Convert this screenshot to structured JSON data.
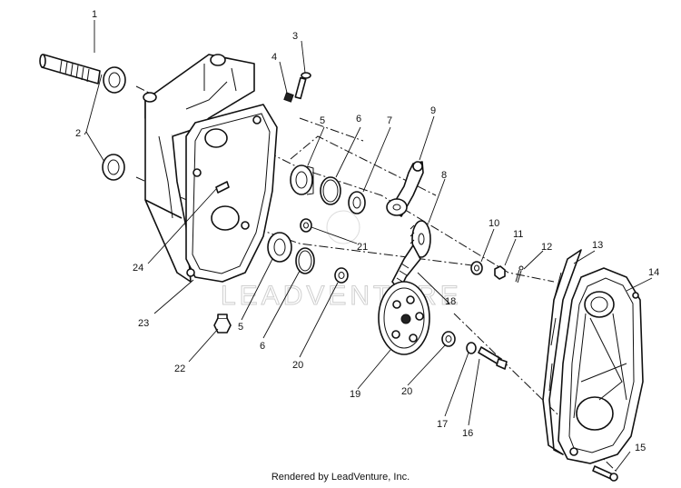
{
  "callouts": {
    "c1": "1",
    "c2": "2",
    "c3": "3",
    "c4": "4",
    "c5a": "5",
    "c5b": "5",
    "c6a": "6",
    "c6b": "6",
    "c7": "7",
    "c8": "8",
    "c9": "9",
    "c10": "10",
    "c11": "11",
    "c12": "12",
    "c13": "13",
    "c14": "14",
    "c15": "15",
    "c16": "16",
    "c17": "17",
    "c18": "18",
    "c19": "19",
    "c20a": "20",
    "c20b": "20",
    "c21": "21",
    "c22": "22",
    "c23": "23",
    "c24": "24"
  },
  "watermark": "LEADVENTURE",
  "footer": "Rendered by LeadVenture, Inc."
}
